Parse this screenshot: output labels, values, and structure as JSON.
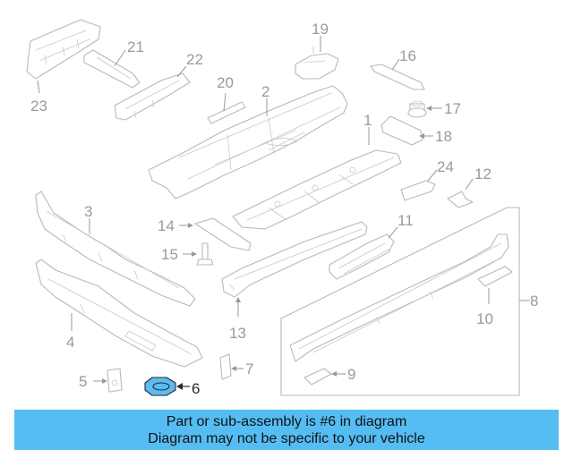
{
  "callouts": {
    "c1": "1",
    "c2": "2",
    "c3": "3",
    "c4": "4",
    "c5": "5",
    "c6": "6",
    "c7": "7",
    "c8": "8",
    "c9": "9",
    "c10": "10",
    "c11": "11",
    "c12": "12",
    "c13": "13",
    "c14": "14",
    "c15": "15",
    "c16": "16",
    "c17": "17",
    "c18": "18",
    "c19": "19",
    "c20": "20",
    "c21": "21",
    "c22": "22",
    "c23": "23",
    "c24": "24"
  },
  "highlighted_part": "6",
  "banner": {
    "line1": "Part or sub-assembly is #6 in diagram",
    "line2": "Diagram may not be specific to your vehicle"
  },
  "colors": {
    "highlight": "#5bbcf2",
    "banner": "#55bdf3",
    "line": "#b9b9b9"
  }
}
